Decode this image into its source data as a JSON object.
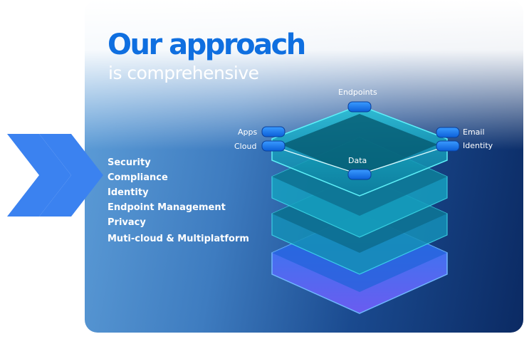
{
  "header": {
    "title": "Our approach",
    "subtitle": "is comprehensive"
  },
  "features": [
    "Security",
    "Compliance",
    "Identity",
    "Endpoint Management",
    "Privacy",
    "Muti-cloud & Multiplatform"
  ],
  "diagram_labels": {
    "endpoints": "Endpoints",
    "apps": "Apps",
    "cloud": "Cloud",
    "email": "Email",
    "identity": "Identity",
    "data": "Data"
  },
  "colors": {
    "title": "#0f6fe0",
    "arrow": "#3b82f0",
    "node": "#1577f0",
    "layer": "#19b7cf"
  }
}
